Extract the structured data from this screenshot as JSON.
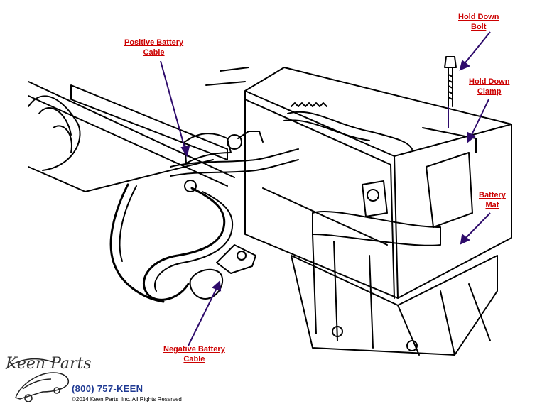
{
  "callouts": {
    "hold_down_bolt": [
      "Hold Down",
      "Bolt"
    ],
    "hold_down_clamp": [
      "Hold Down",
      "Clamp"
    ],
    "battery_mat": [
      "Battery",
      "Mat"
    ],
    "positive_cable": [
      "Positive Battery",
      "Cable"
    ],
    "negative_cable": [
      "Negative Battery",
      "Cable"
    ]
  },
  "footer": {
    "logo_text": "Keen Parts",
    "phone": "(800) 757-KEEN",
    "copyright": "©2014 Keen Parts, Inc. All Rights Reserved"
  },
  "colors": {
    "label": "#cc0000",
    "arrow": "#2e0b6b",
    "phone": "#1f3a93",
    "line_art": "#000000"
  }
}
